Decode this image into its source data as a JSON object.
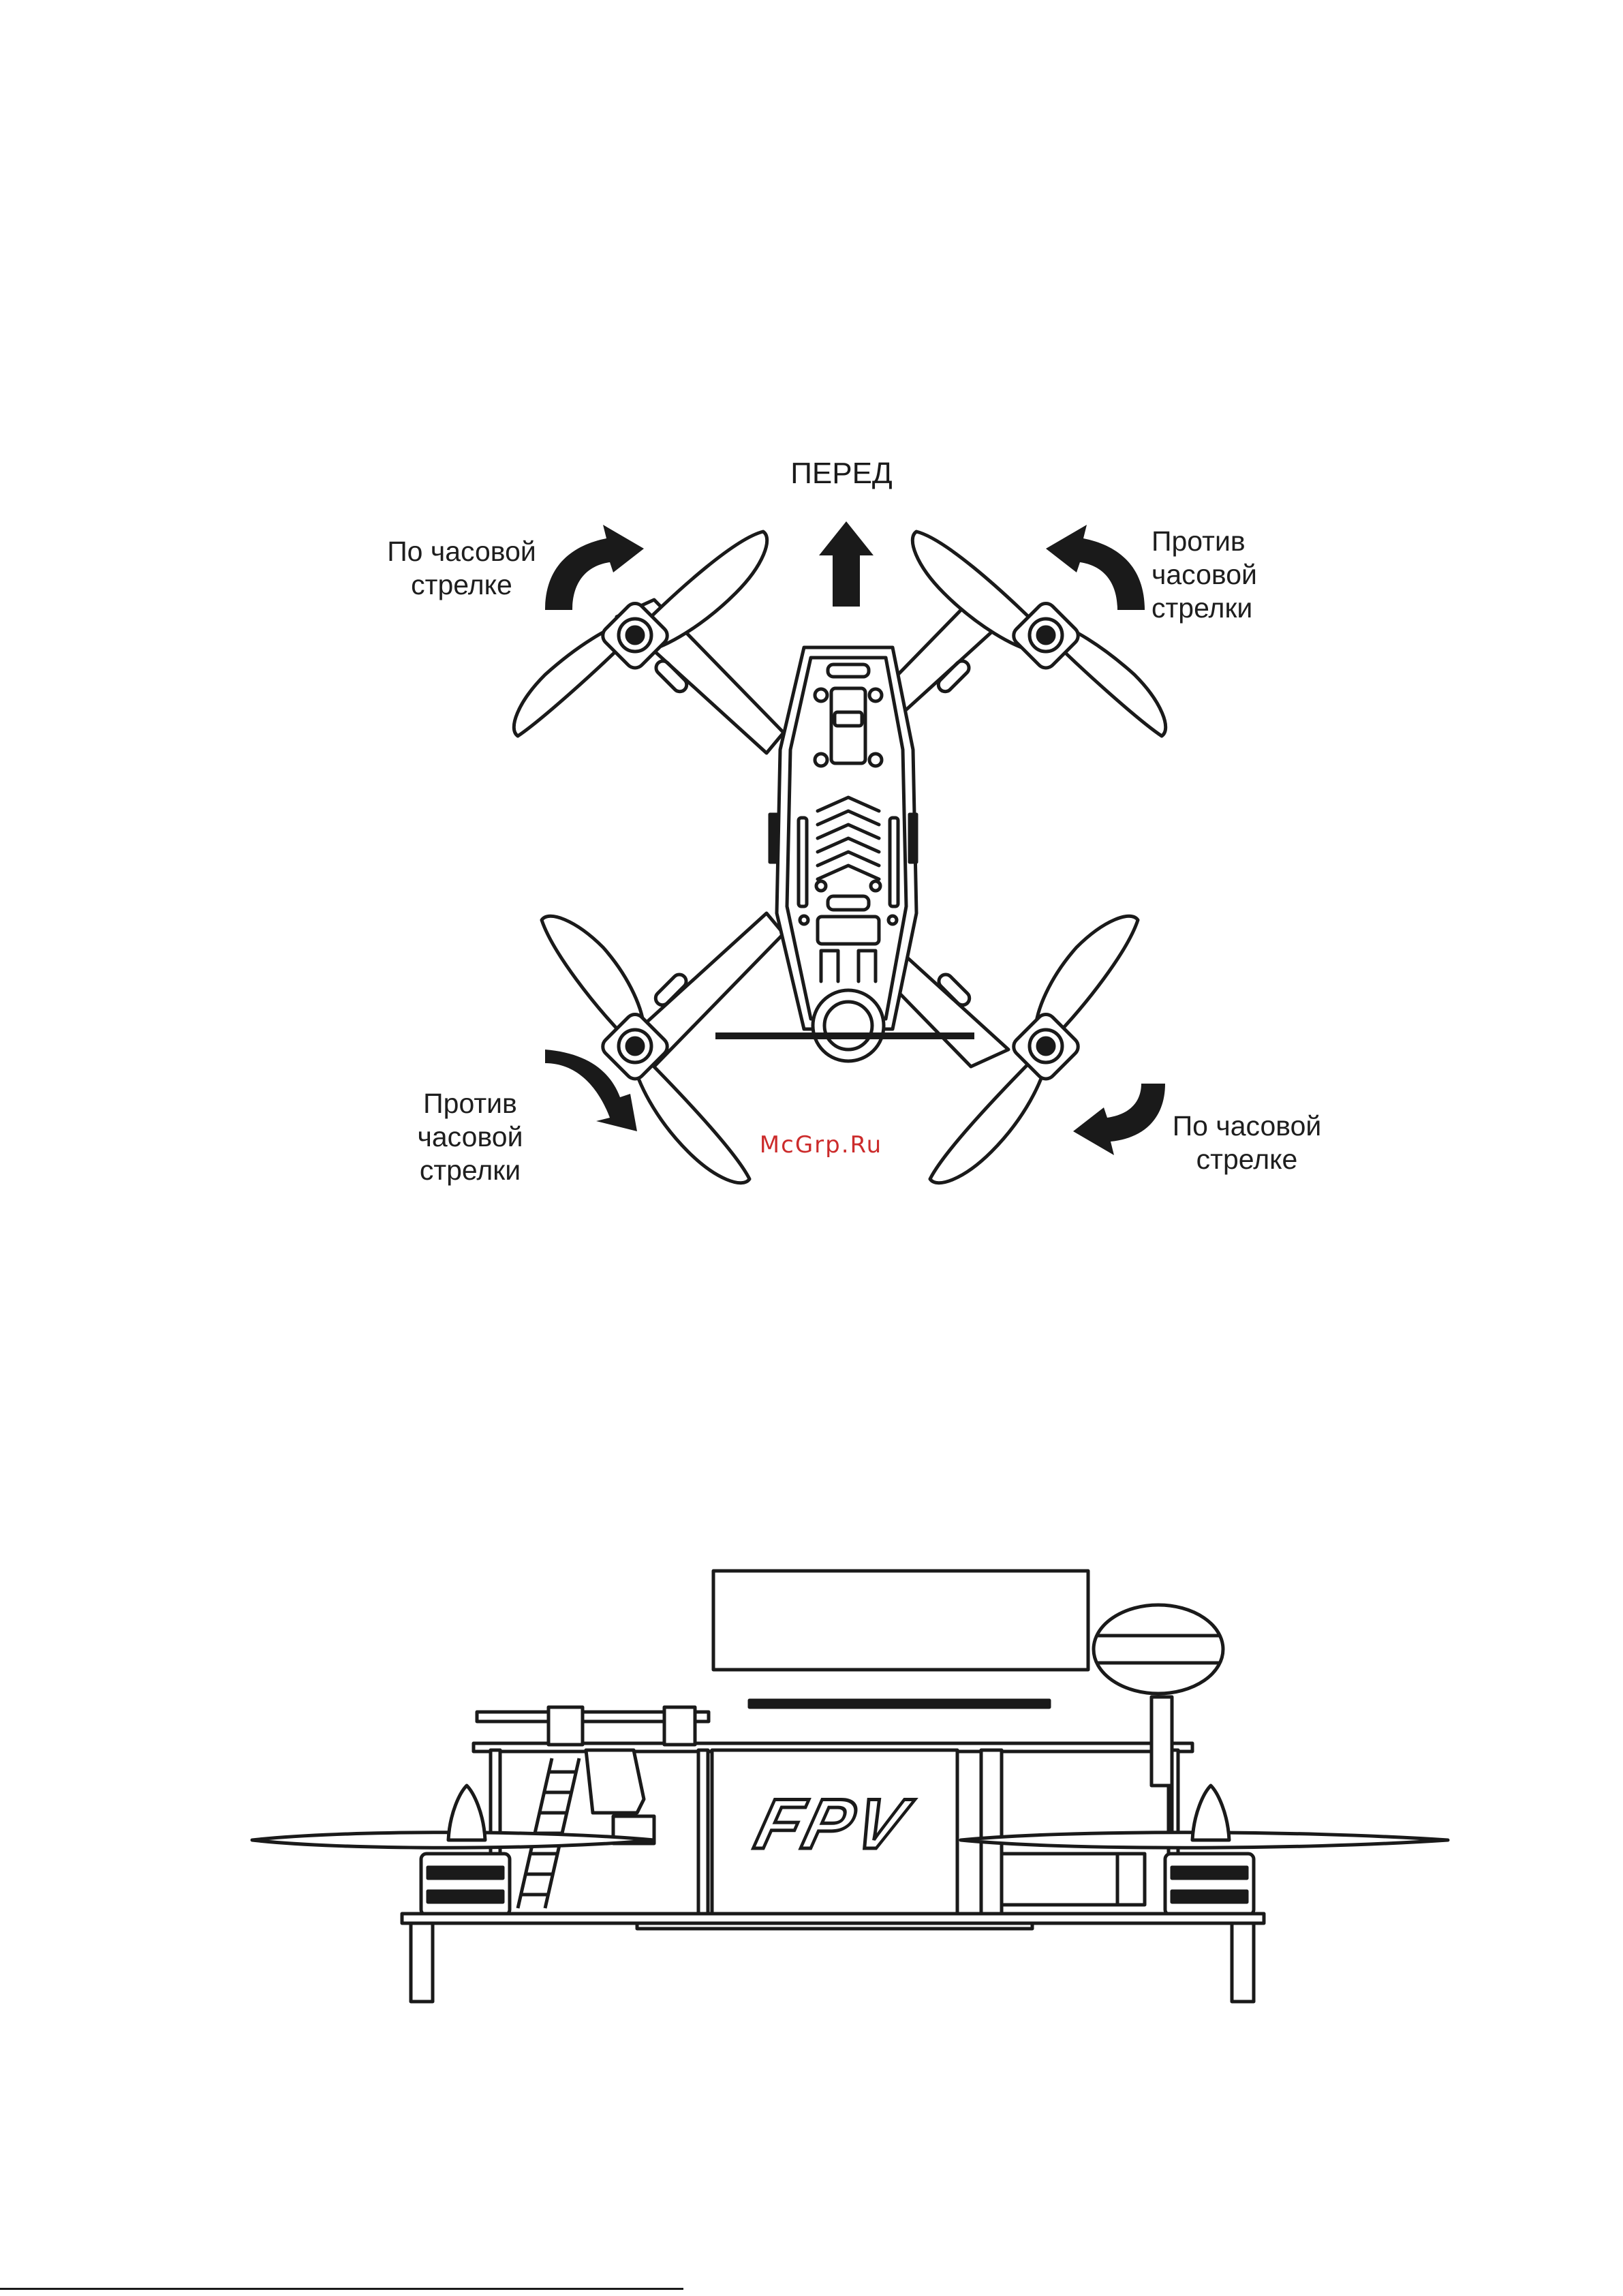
{
  "top_view": {
    "front_label": "ПЕРЕД",
    "rotation_labels": {
      "top_left": [
        "По часовой",
        "стрелке"
      ],
      "top_right": [
        "Против",
        "часовой",
        "стрелки"
      ],
      "bottom_left": [
        "Против",
        "часовой",
        "стрелки"
      ],
      "bottom_right": [
        "По часовой",
        "стрелке"
      ]
    }
  },
  "side_view": {
    "logo_text": "FPV"
  },
  "watermark": "McGrp.Ru",
  "colors": {
    "line": "#1a1a1a",
    "watermark": "#cc2b2b",
    "background": "#ffffff"
  }
}
